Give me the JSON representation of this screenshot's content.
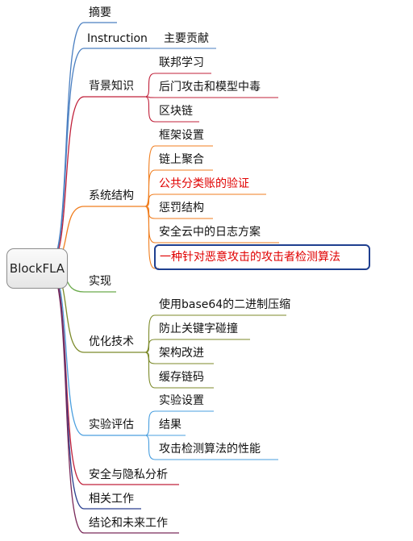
{
  "root": "BlockFLA",
  "branches": [
    {
      "id": "abstract",
      "label": "摘要",
      "color": "#4a7fc1"
    },
    {
      "id": "instruction",
      "label": "Instruction",
      "color": "#4a7fc1",
      "children": [
        {
          "label": "主要贡献"
        }
      ]
    },
    {
      "id": "background",
      "label": "背景知识",
      "color": "#c0203a",
      "children": [
        {
          "label": "联邦学习"
        },
        {
          "label": "后门攻击和模型中毒"
        },
        {
          "label": "区块链"
        }
      ]
    },
    {
      "id": "system",
      "label": "系统结构",
      "color": "#f07e1f",
      "children": [
        {
          "label": "框架设置"
        },
        {
          "label": "链上聚合"
        },
        {
          "label": "公共分类账的验证",
          "highlight": "red"
        },
        {
          "label": "惩罚结构"
        },
        {
          "label": "安全云中的日志方案"
        },
        {
          "label": "一种针对恶意攻击的攻击者检测算法",
          "highlight": "red-boxed"
        }
      ]
    },
    {
      "id": "implementation",
      "label": "实现",
      "color": "#6aaa4a"
    },
    {
      "id": "optimization",
      "label": "优化技术",
      "color": "#7c8a2a",
      "children": [
        {
          "label": "使用base64的二进制压缩"
        },
        {
          "label": "防止关键字碰撞"
        },
        {
          "label": "架构改进"
        },
        {
          "label": "缓存链码"
        }
      ]
    },
    {
      "id": "evaluation",
      "label": "实验评估",
      "color": "#4a9fdf",
      "children": [
        {
          "label": "实验设置"
        },
        {
          "label": "结果"
        },
        {
          "label": "攻击检测算法的性能"
        }
      ]
    },
    {
      "id": "security",
      "label": "安全与隐私分析",
      "color": "#c0203a"
    },
    {
      "id": "related",
      "label": "相关工作",
      "color": "#2a3f8f"
    },
    {
      "id": "conclusion",
      "label": "结论和未来工作",
      "color": "#7a2a5a"
    }
  ]
}
